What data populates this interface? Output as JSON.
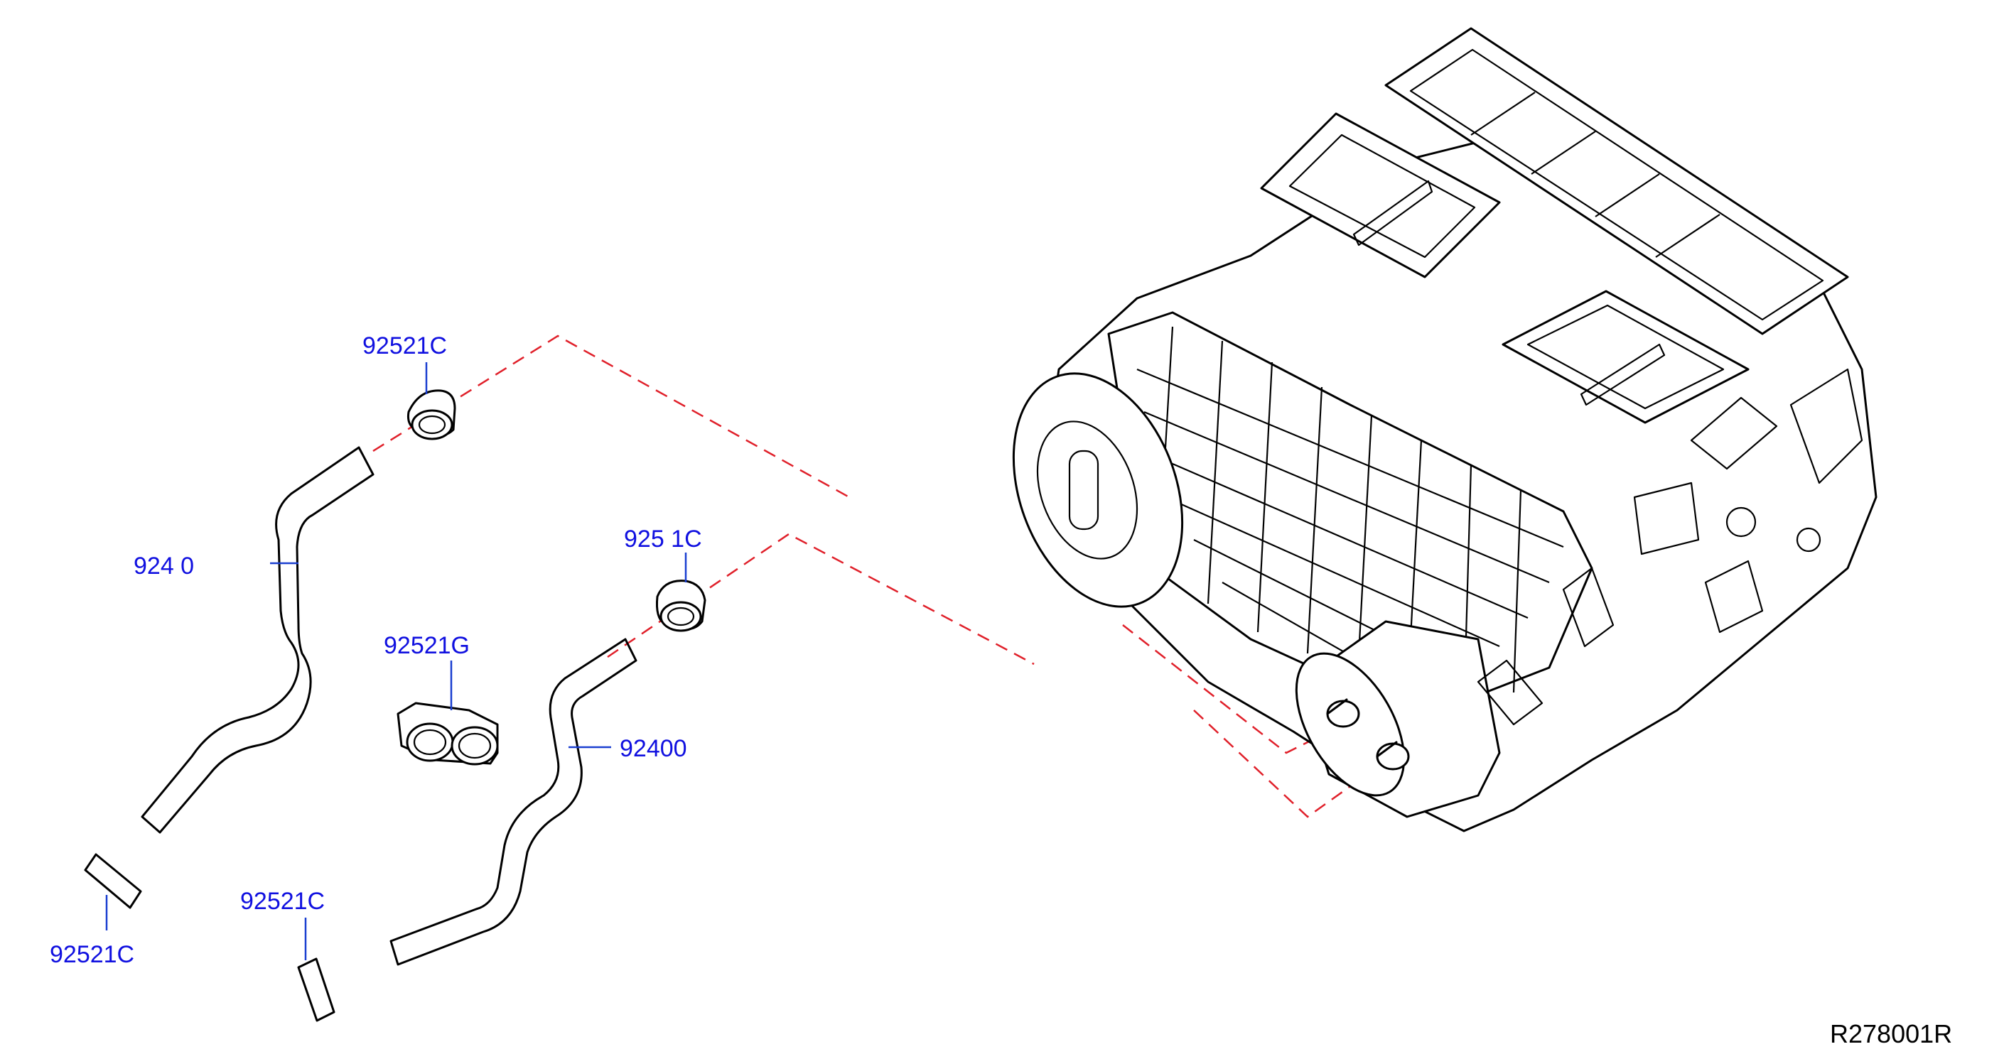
{
  "diagram": {
    "label_color": "#1010e0",
    "leader_color": "#1a3fd0",
    "dash_color": "#e0202a",
    "line_color": "#000000",
    "reference_code": "R278001R",
    "labels": {
      "clamp_top": "92521C",
      "hose_left": "924 0",
      "clamp_mid": "925 1C",
      "grommet": "92521G",
      "hose_right": "92400",
      "clamp_bottom_left": "92521C",
      "clamp_bottom_mid": "92521C"
    }
  }
}
